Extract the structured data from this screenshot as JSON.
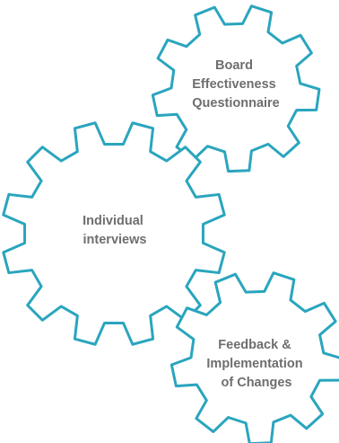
{
  "colors": {
    "gear_stroke": "#2aa5be",
    "gear_fill": "#ffffff",
    "label_text": "#6e6e6e",
    "background": "#ffffff"
  },
  "gears": [
    {
      "id": "board-effectiveness",
      "icon": "gear-icon",
      "lines": [
        "Board",
        "Effectiveness",
        "Questionnaire"
      ]
    },
    {
      "id": "individual-interviews",
      "icon": "gear-icon",
      "lines": [
        "Individual",
        "interviews"
      ]
    },
    {
      "id": "feedback-implementation",
      "icon": "gear-icon",
      "lines": [
        "Feedback &",
        "Implementation",
        "of Changes"
      ]
    }
  ]
}
